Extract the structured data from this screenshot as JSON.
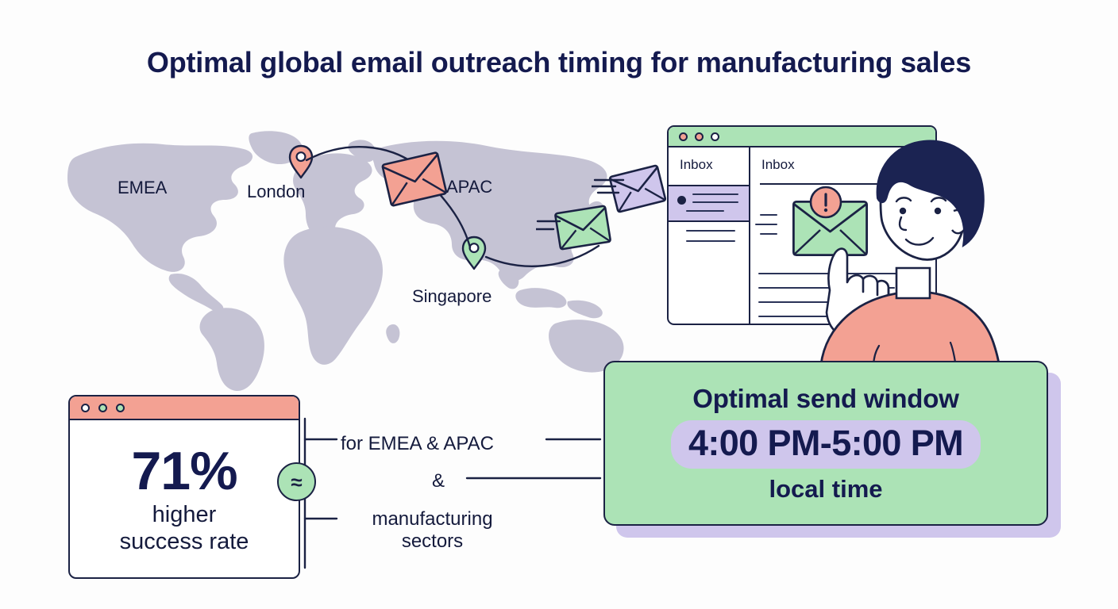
{
  "title": "Optimal global email outreach timing for manufacturing sales",
  "map": {
    "regions": [
      {
        "label": "EMEA"
      },
      {
        "label": "APAC"
      }
    ],
    "cities": [
      {
        "label": "London",
        "pin_color": "#F3A193"
      },
      {
        "label": "Singapore",
        "pin_color": "#ACE3B6"
      }
    ],
    "envelope_icons": [
      "envelope-coral",
      "envelope-green",
      "envelope-violet"
    ]
  },
  "browser": {
    "sidebar_title": "Inbox",
    "main_title": "Inbox",
    "window_dots": [
      "coral",
      "coral",
      "hollow"
    ],
    "alert_icon": "!",
    "mail_icon": "envelope-green"
  },
  "stat_card": {
    "window_dots": [
      "hollow",
      "green",
      "green"
    ],
    "value": "71%",
    "label_line1": "higher",
    "label_line2": "success rate"
  },
  "connectors": {
    "badge_symbol": "≈",
    "line1": "for EMEA & APAC",
    "line2": "&",
    "line3": "manufacturing sectors"
  },
  "panel": {
    "title": "Optimal send window",
    "time": "4:00 PM-5:00 PM",
    "footer": "local time"
  },
  "colors": {
    "navy": "#141a4f",
    "ink": "#1b2244",
    "green": "#ACE3B6",
    "coral": "#F3A193",
    "lavender": "#CFC6EC",
    "map_gray": "#C5C3D4",
    "background": "#FDFDFD"
  }
}
